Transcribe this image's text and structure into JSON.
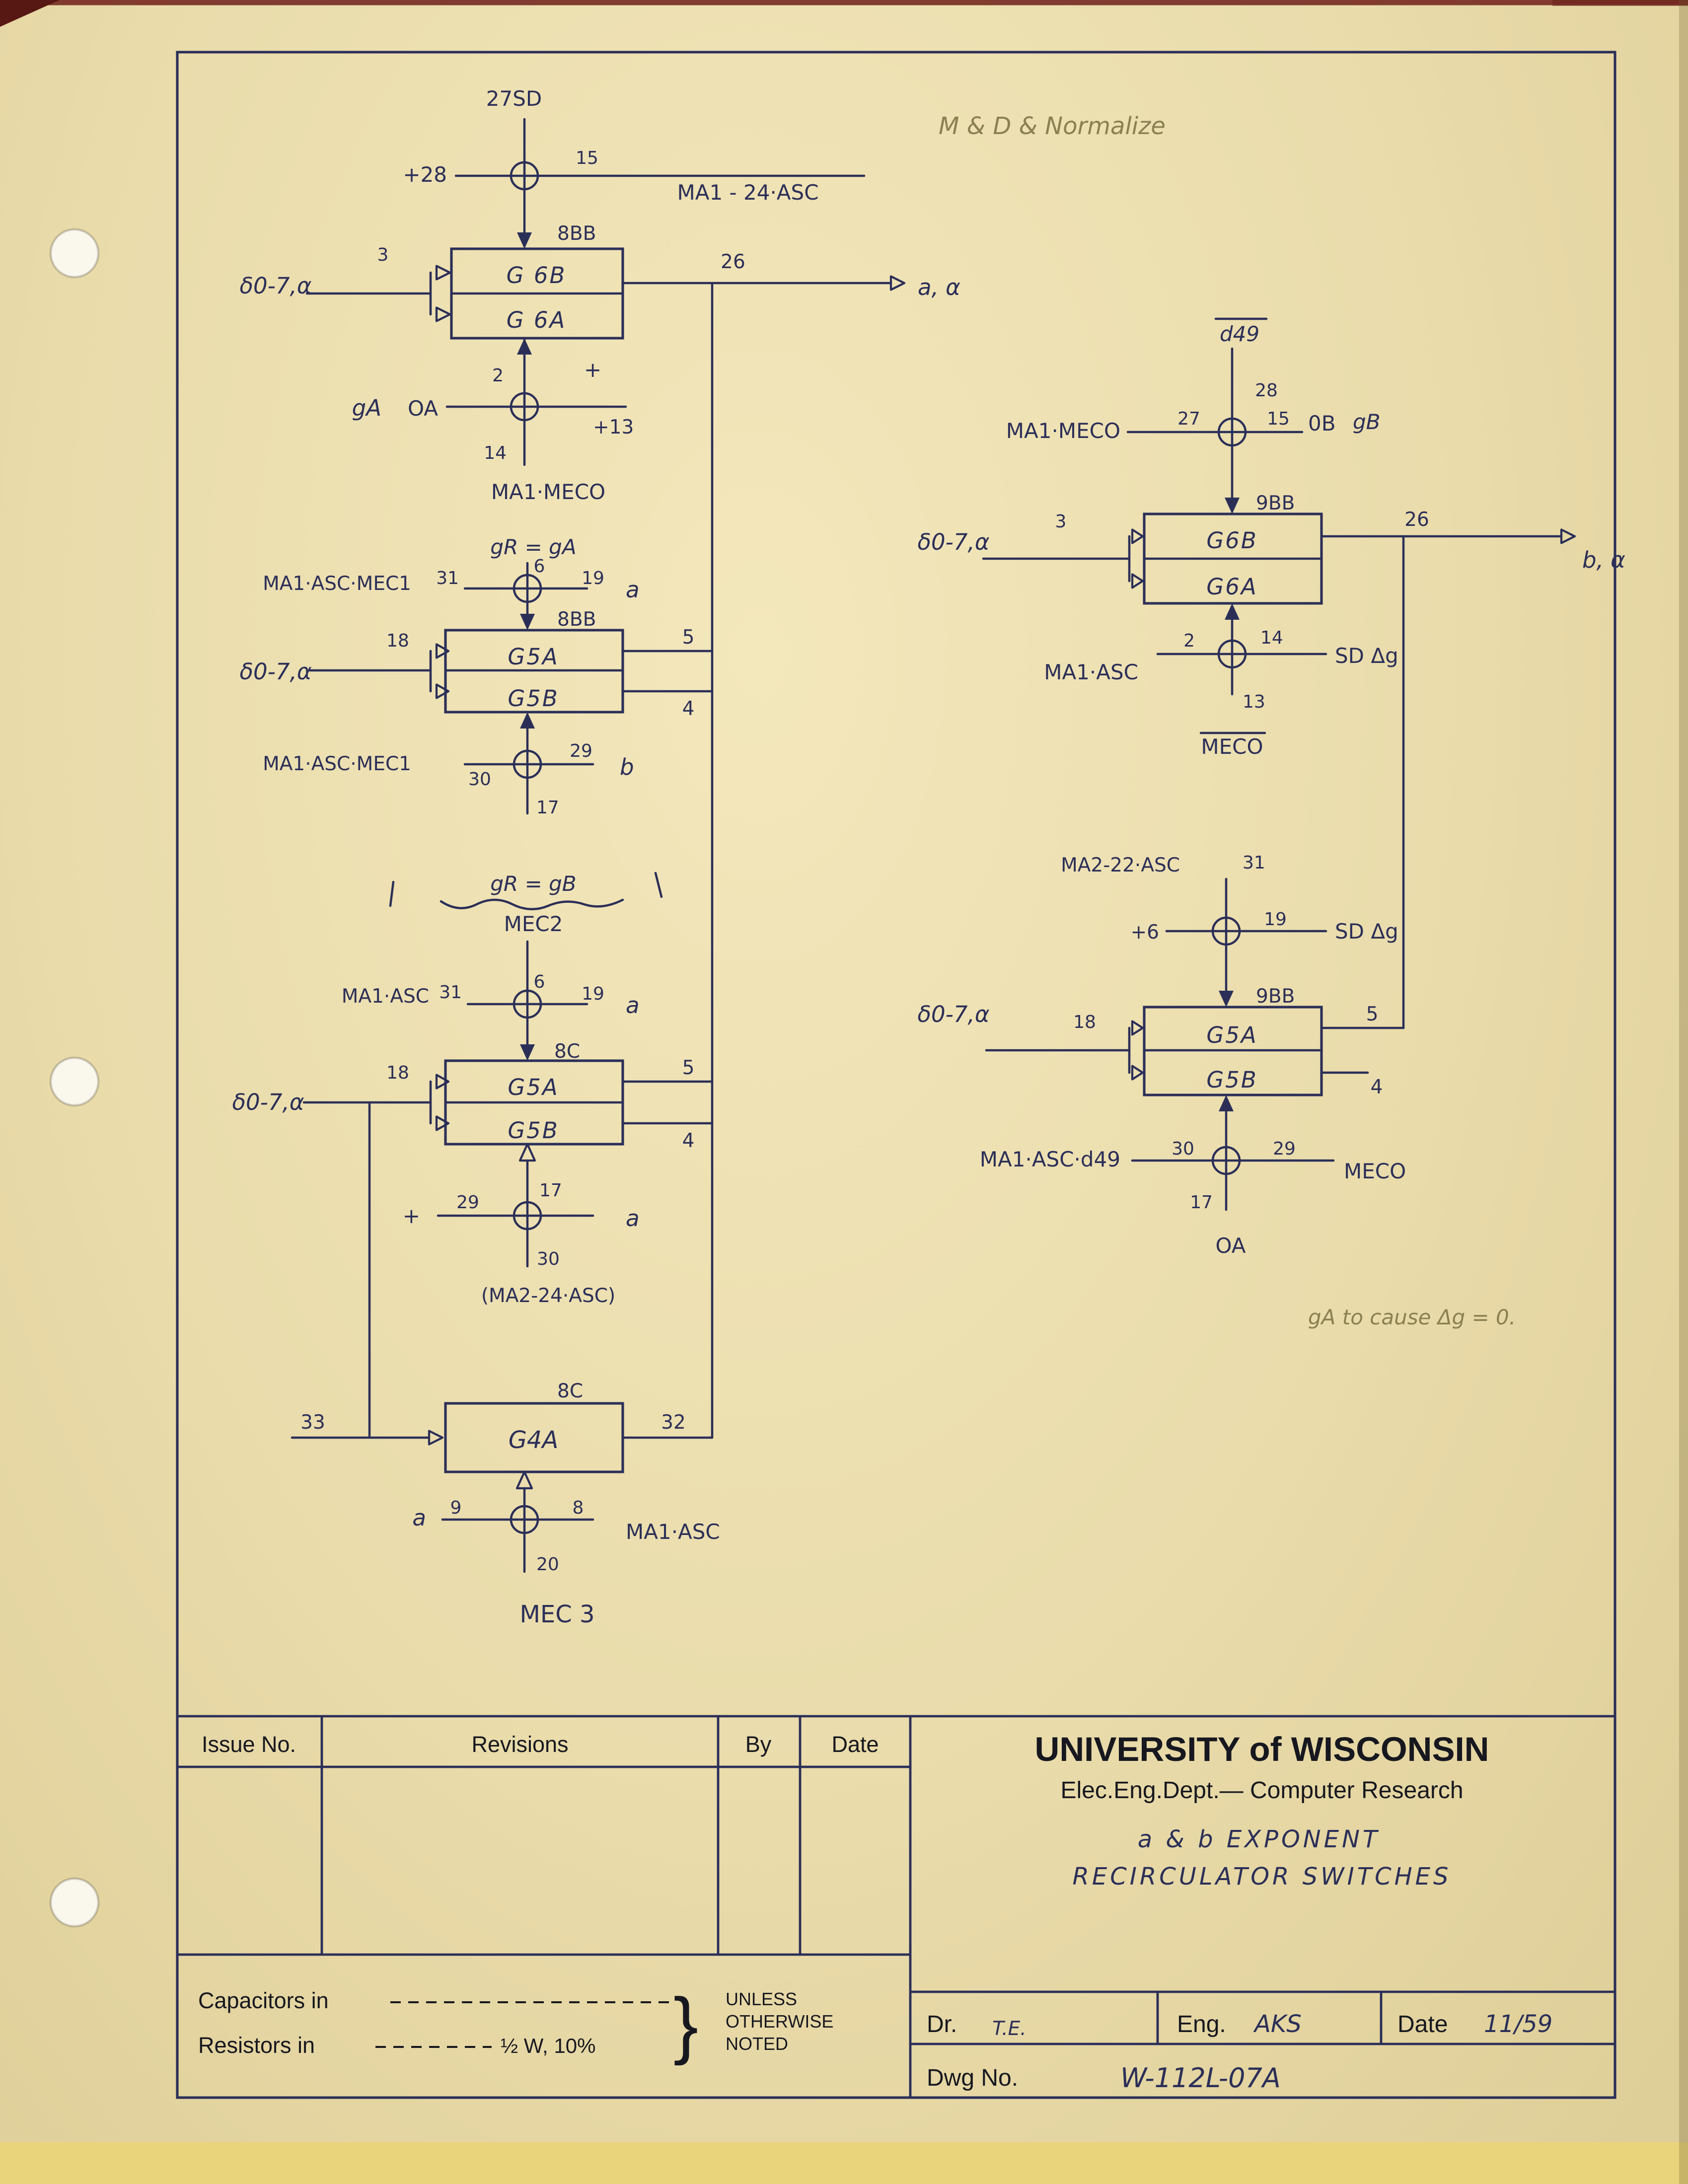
{
  "colors": {
    "ink": "#2b2f58",
    "pencil": "#8a8052",
    "black": "#17181f",
    "paper1": "#f3e7bc",
    "paper2": "#e9dbaa",
    "paper3": "#ddcd96"
  },
  "notes": {
    "top": "M & D & Normalize",
    "delta_g": "gA to cause  Δg = 0."
  },
  "lt": {
    "sig_top": "27SD",
    "in_left": "+28",
    "pin15": "15",
    "bar_label": "MA1 - 24·ASC",
    "tag": "8BB",
    "box_top": "G 6B",
    "box_bottom": "G 6A",
    "pin3": "3",
    "input": "δ0-7,α",
    "pin26": "26",
    "output": "a, α",
    "pin2": "2",
    "plus": "+",
    "ga": "gA",
    "oa": "OA",
    "pin13": "+13",
    "pin14": "14",
    "bottom_label": "MA1·MECO"
  },
  "lm1": {
    "header": "gR = gA",
    "left_label": "MA1·ASC·MEC1",
    "pin31": "31",
    "pin6": "6",
    "pin19": "19",
    "sig_a": "a",
    "tag": "8BB",
    "box_top": "G5A",
    "box_bottom": "G5B",
    "pin18": "18",
    "input": "δ0-7,α",
    "pin5": "5",
    "pin4": "4",
    "left_label2": "MA1·ASC·MEC1",
    "pin30": "30",
    "pin29": "29",
    "sig_b": "b",
    "pin17": "17"
  },
  "lm2": {
    "header": "gR = gB",
    "sub": "MEC2",
    "left_label": "MA1·ASC",
    "pin31": "31",
    "pin6": "6",
    "pin19": "19",
    "sig_a": "a",
    "tag": "8C",
    "box_top": "G5A",
    "box_bottom": "G5B",
    "pin18": "18",
    "input": "δ0-7,α",
    "pin5": "5",
    "pin4": "4",
    "plus": "+",
    "pin29": "29",
    "pin17": "17",
    "sig_a2": "a",
    "pin30": "30",
    "paren_label": "(MA2-24·ASC)"
  },
  "lb": {
    "tag": "8C",
    "box": "G4A",
    "pin33": "33",
    "pin32": "32",
    "sig_a": "a",
    "pin9": "9",
    "pin8": "8",
    "right_label": "MA1·ASC",
    "pin20": "20",
    "bottom_label": "MEC 3"
  },
  "rt": {
    "bar_top": "d49",
    "pin28": "28",
    "left_label": "MA1·MECO",
    "pin27": "27",
    "pin15": "15",
    "ob": "0B",
    "gb": "gB",
    "tag": "9BB",
    "box_top": "G6B",
    "box_bottom": "G6A",
    "pin3": "3",
    "input": "δ0-7,α",
    "pin26": "26",
    "output": "b, α",
    "pin2": "2",
    "pin14": "14",
    "sd_dg": "SD Δg",
    "left_label2": "MA1·ASC",
    "pin13": "13",
    "bar_bottom": "MECO"
  },
  "rb": {
    "top_label": "MA2-22·ASC",
    "pin31": "31",
    "plus6": "+6",
    "pin19": "19",
    "sd_dg": "SD Δg",
    "tag": "9BB",
    "box_top": "G5A",
    "box_bottom": "G5B",
    "pin18": "18",
    "input": "δ0-7,α",
    "pin5": "5",
    "pin4": "4",
    "left_label": "MA1·ASC·d49",
    "pin30": "30",
    "pin29": "29",
    "right_label": "MECO",
    "pin17": "17",
    "oa": "OA"
  },
  "titleblock": {
    "issue_no": "Issue No.",
    "revisions": "Revisions",
    "by": "By",
    "date": "Date",
    "university": "UNIVERSITY of WISCONSIN",
    "dept": "Elec.Eng.Dept.— Computer Research",
    "title_line1": "a & b EXPONENT",
    "title_line2": "RECIRCULATOR SWITCHES",
    "capacitors": "Capacitors in",
    "resistors": "Resistors in",
    "tolerance": "½ W, 10%",
    "brace": "}",
    "unless1": "UNLESS",
    "unless2": "OTHERWISE",
    "unless3": "NOTED",
    "dr_label": "Dr.",
    "dr_value": "T.E.",
    "eng_label": "Eng.",
    "eng_value": "AKS",
    "date_label": "Date",
    "date_value": "11/59",
    "dwg_label": "Dwg No.",
    "dwg_value": "W-112L-07A"
  }
}
